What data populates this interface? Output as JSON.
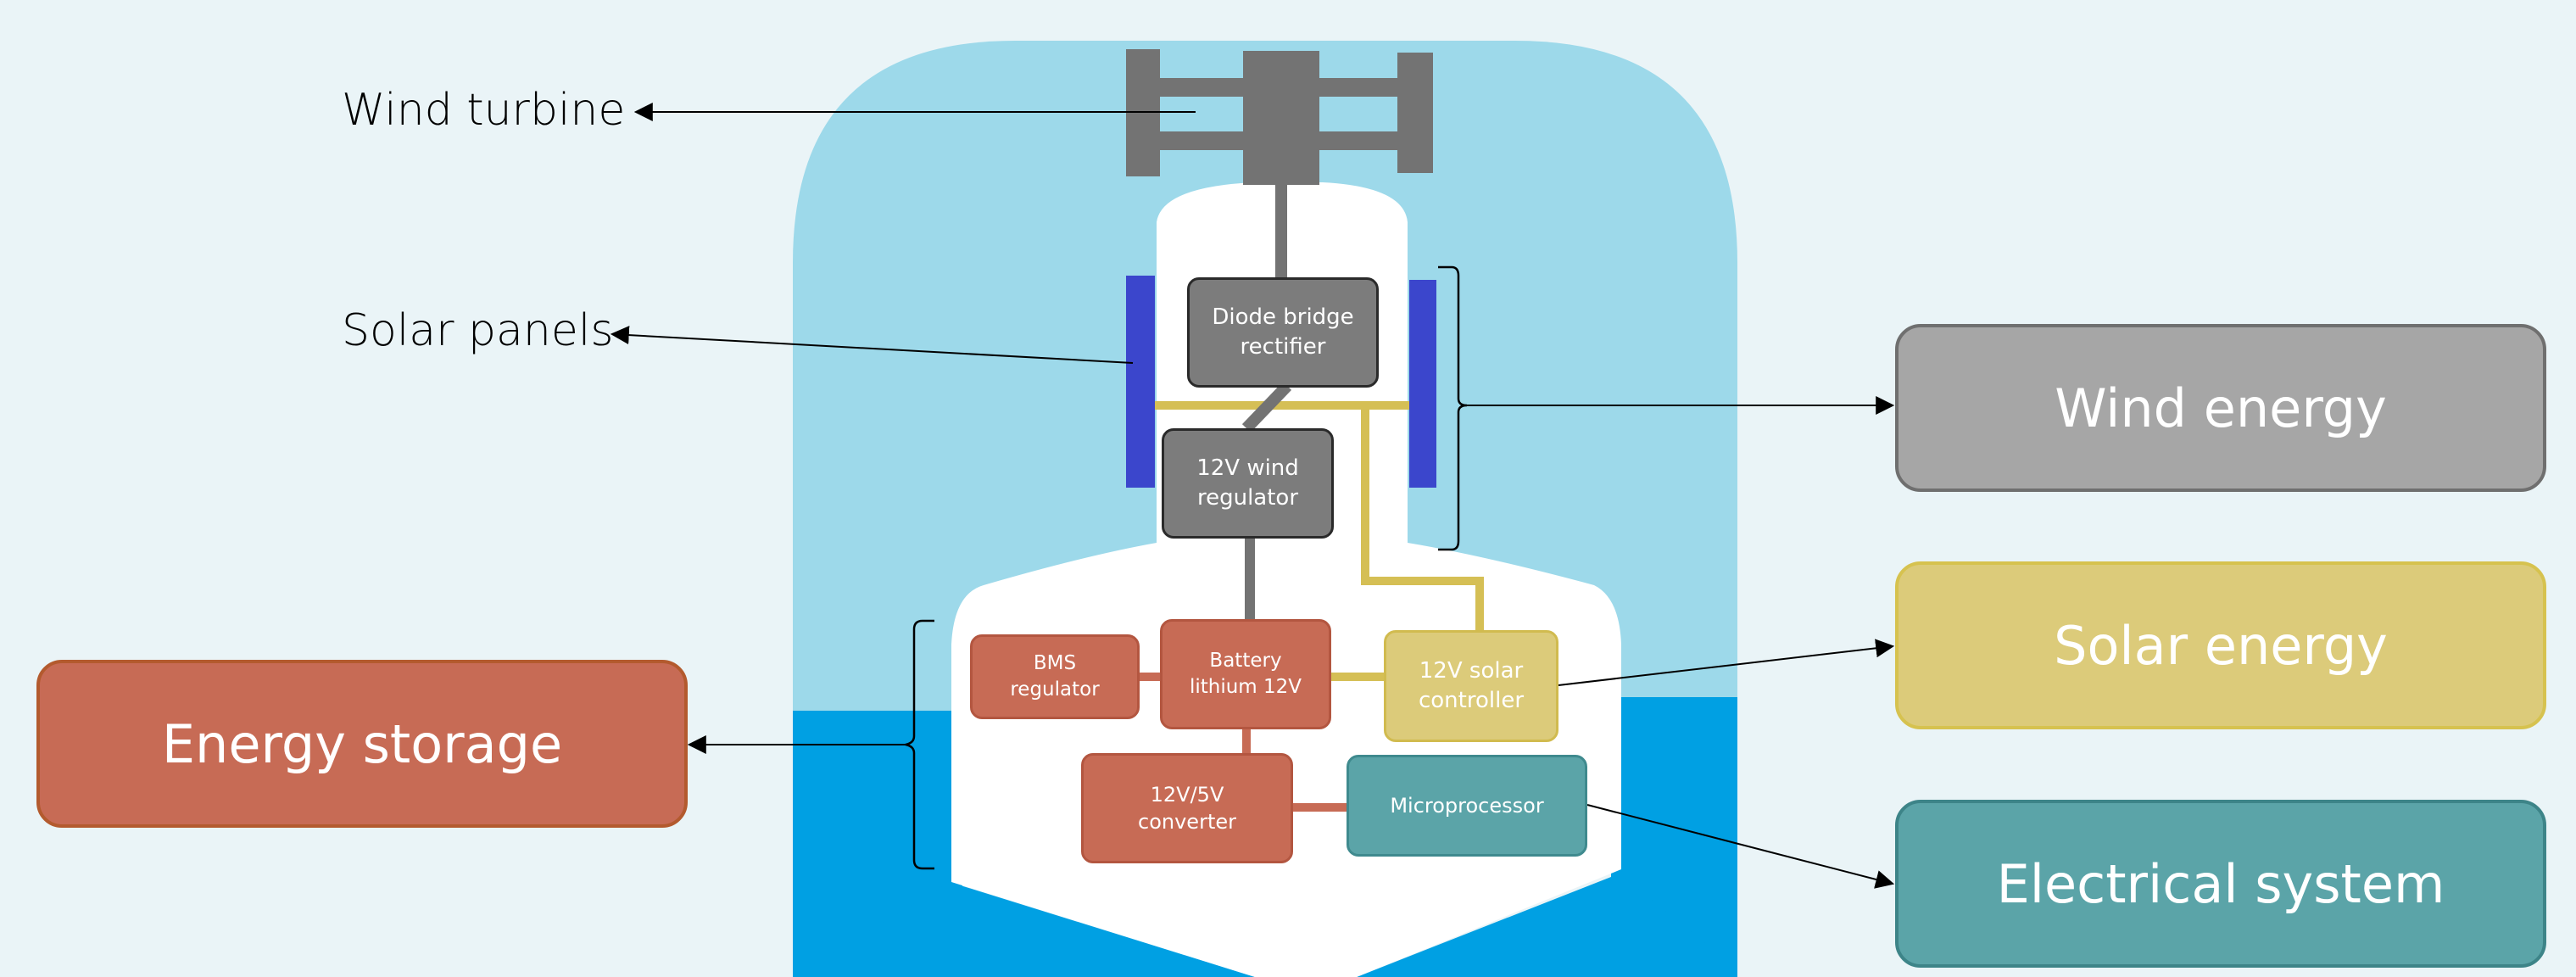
{
  "labels": {
    "wind_turbine": "Wind turbine",
    "solar_panels": "Solar panels"
  },
  "categories": {
    "wind_energy": "Wind energy",
    "solar_energy": "Solar energy",
    "electrical_system": "Electrical system",
    "energy_storage": "Energy storage"
  },
  "components": {
    "diode_bridge": "Diode bridge\nrectifier",
    "wind_regulator": "12V wind\nregulator",
    "bms": "BMS\nregulator",
    "battery": "Battery\nlithium 12V",
    "solar_controller": "12V solar\ncontroller",
    "converter": "12V/5V\nconverter",
    "microprocessor": "Microprocessor"
  },
  "colors": {
    "background": "#eaf4f7",
    "sky": "#9dd9ea",
    "water": "#00a0e3",
    "hull": "#ffffff",
    "turbine": "#737373",
    "solar_panel": "#3b46cc",
    "wind": "#a6a6a6",
    "solar": "#dccb7a",
    "storage": "#c76b55",
    "electrical": "#5ba4a8",
    "component_dark": "#7c7c7c",
    "solar_wire": "#d5bf55"
  }
}
